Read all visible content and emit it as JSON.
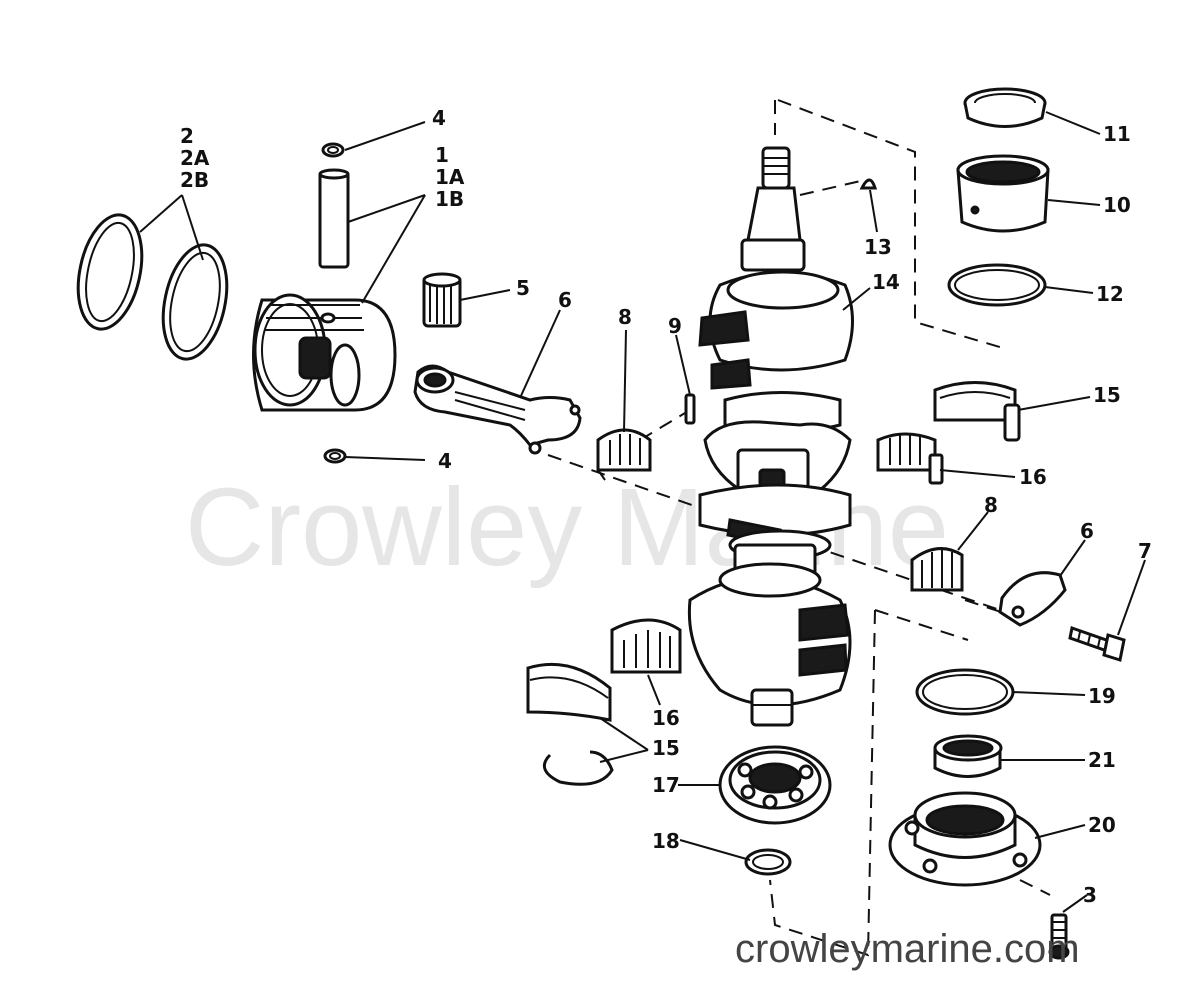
{
  "watermark": "Crowley Marine",
  "site_mark": "crowleymarine.com",
  "callouts": {
    "c2": "2",
    "c2a": "2A",
    "c2b": "2B",
    "c1": "1",
    "c1a": "1A",
    "c1b": "1B",
    "c4_top": "4",
    "c4_bottom": "4",
    "c5": "5",
    "c6_left": "6",
    "c6_right": "6",
    "c7": "7",
    "c8_left": "8",
    "c8_right": "8",
    "c9": "9",
    "c10": "10",
    "c11": "11",
    "c12": "12",
    "c13": "13",
    "c14": "14",
    "c15_top": "15",
    "c15_bottom": "15",
    "c16_right": "16",
    "c16_bottom": "16",
    "c17": "17",
    "c18": "18",
    "c19": "19",
    "c20": "20",
    "c21": "21",
    "c3": "3"
  }
}
